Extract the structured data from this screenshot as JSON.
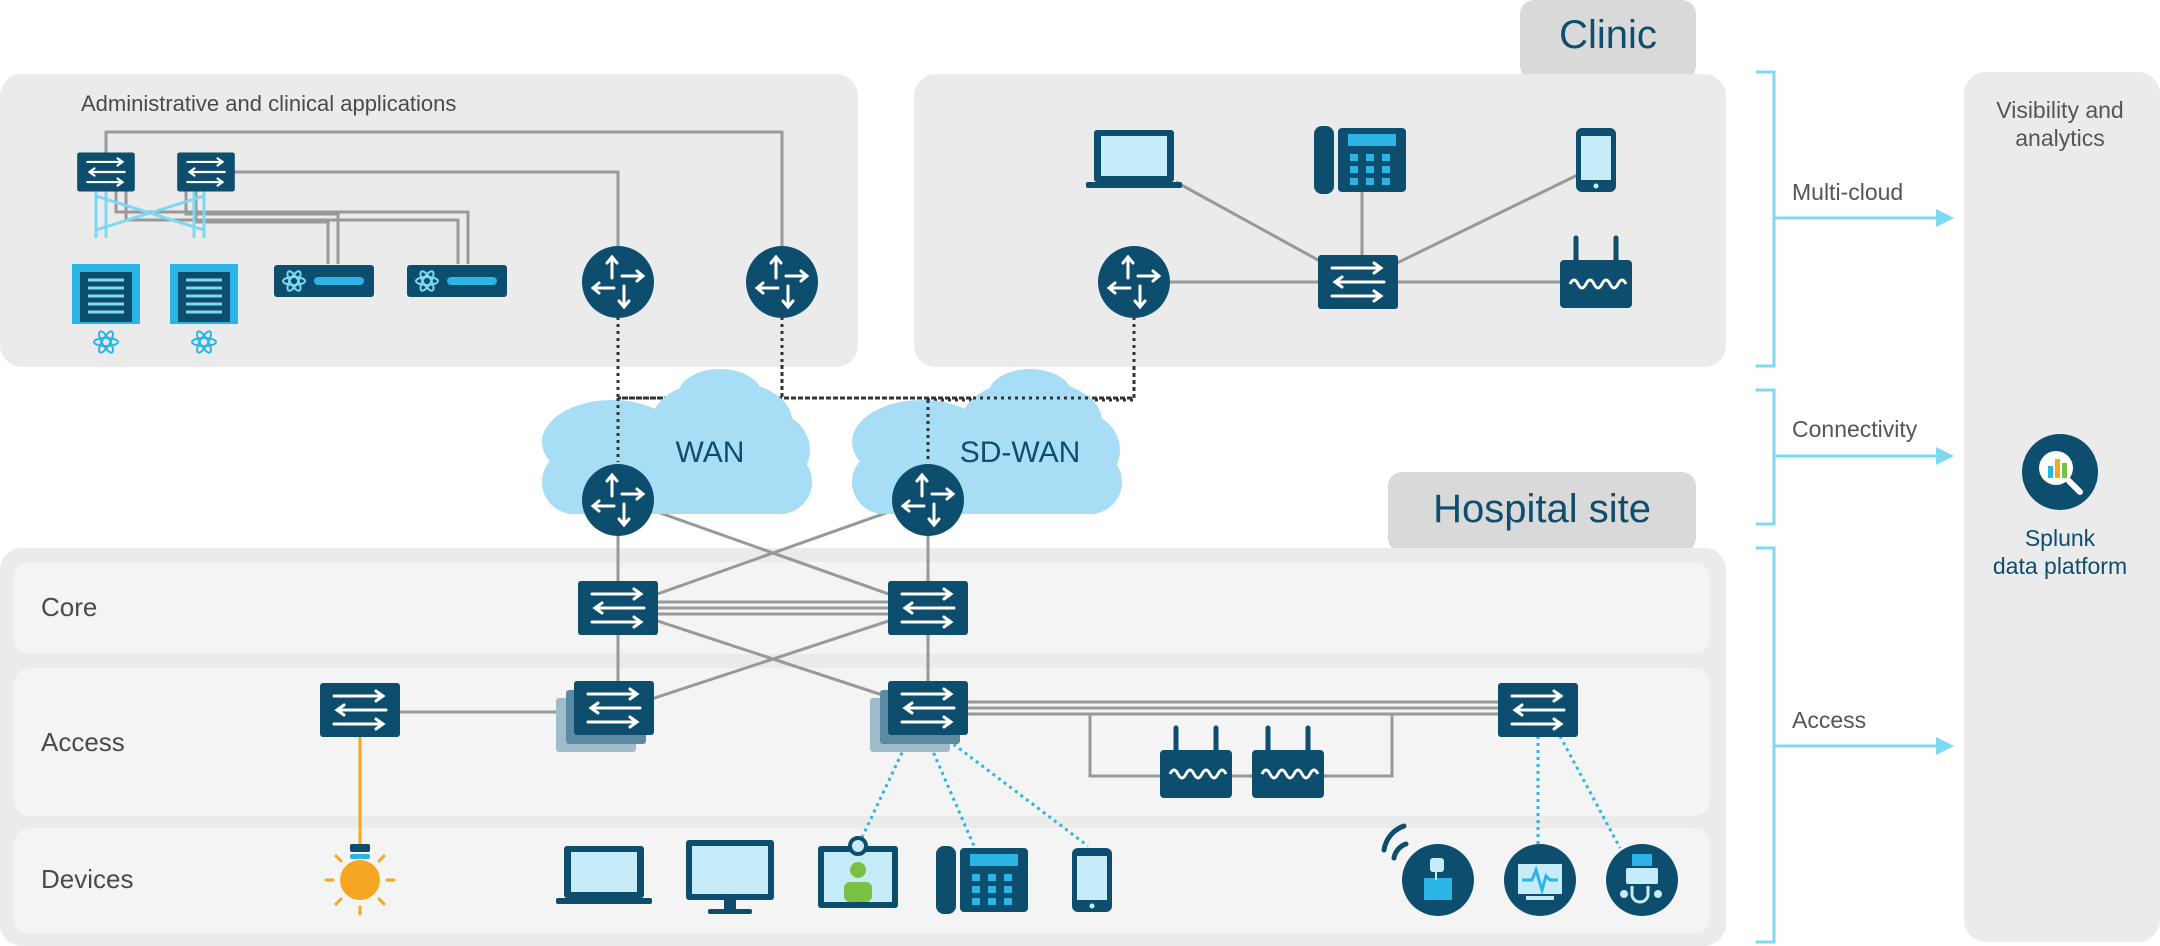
{
  "colors": {
    "device_navy": "#0d4d6e",
    "accent_cyan": "#7fd8f2",
    "cloud": "#a8def5",
    "panel": "#ebebeb",
    "band": "#f4f4f4",
    "tab": "#d9d9d9",
    "line": "#999999",
    "lamp": "#f5a623"
  },
  "diagram": {
    "clinic_title": "Clinic",
    "hospital_title": "Hospital site",
    "admin_apps_label": "Administrative and clinical applications",
    "wan_label": "WAN",
    "sdwan_label": "SD-WAN",
    "layers": {
      "core": "Core",
      "access": "Access",
      "devices": "Devices"
    },
    "side": {
      "multicloud": "Multi-cloud",
      "connectivity": "Connectivity",
      "access": "Access",
      "visibility_line1": "Visibility and",
      "visibility_line2": "analytics",
      "splunk_line1": "Splunk",
      "splunk_line2": "data platform"
    }
  },
  "icons": {
    "switch": "network-switch-icon",
    "router": "router-icon",
    "server": "server-icon",
    "appliance": "app-appliance-icon",
    "laptop": "laptop-icon",
    "desk_phone": "ip-phone-icon",
    "mobile": "mobile-phone-icon",
    "access_point": "wireless-access-point-icon",
    "lamp": "smart-light-icon",
    "monitor": "desktop-monitor-icon",
    "video_endpoint": "video-endpoint-icon",
    "iv_pump": "iv-pump-icon",
    "patient_monitor": "patient-monitor-icon",
    "medical_device": "medical-device-icon",
    "splunk": "splunk-analytics-icon"
  }
}
